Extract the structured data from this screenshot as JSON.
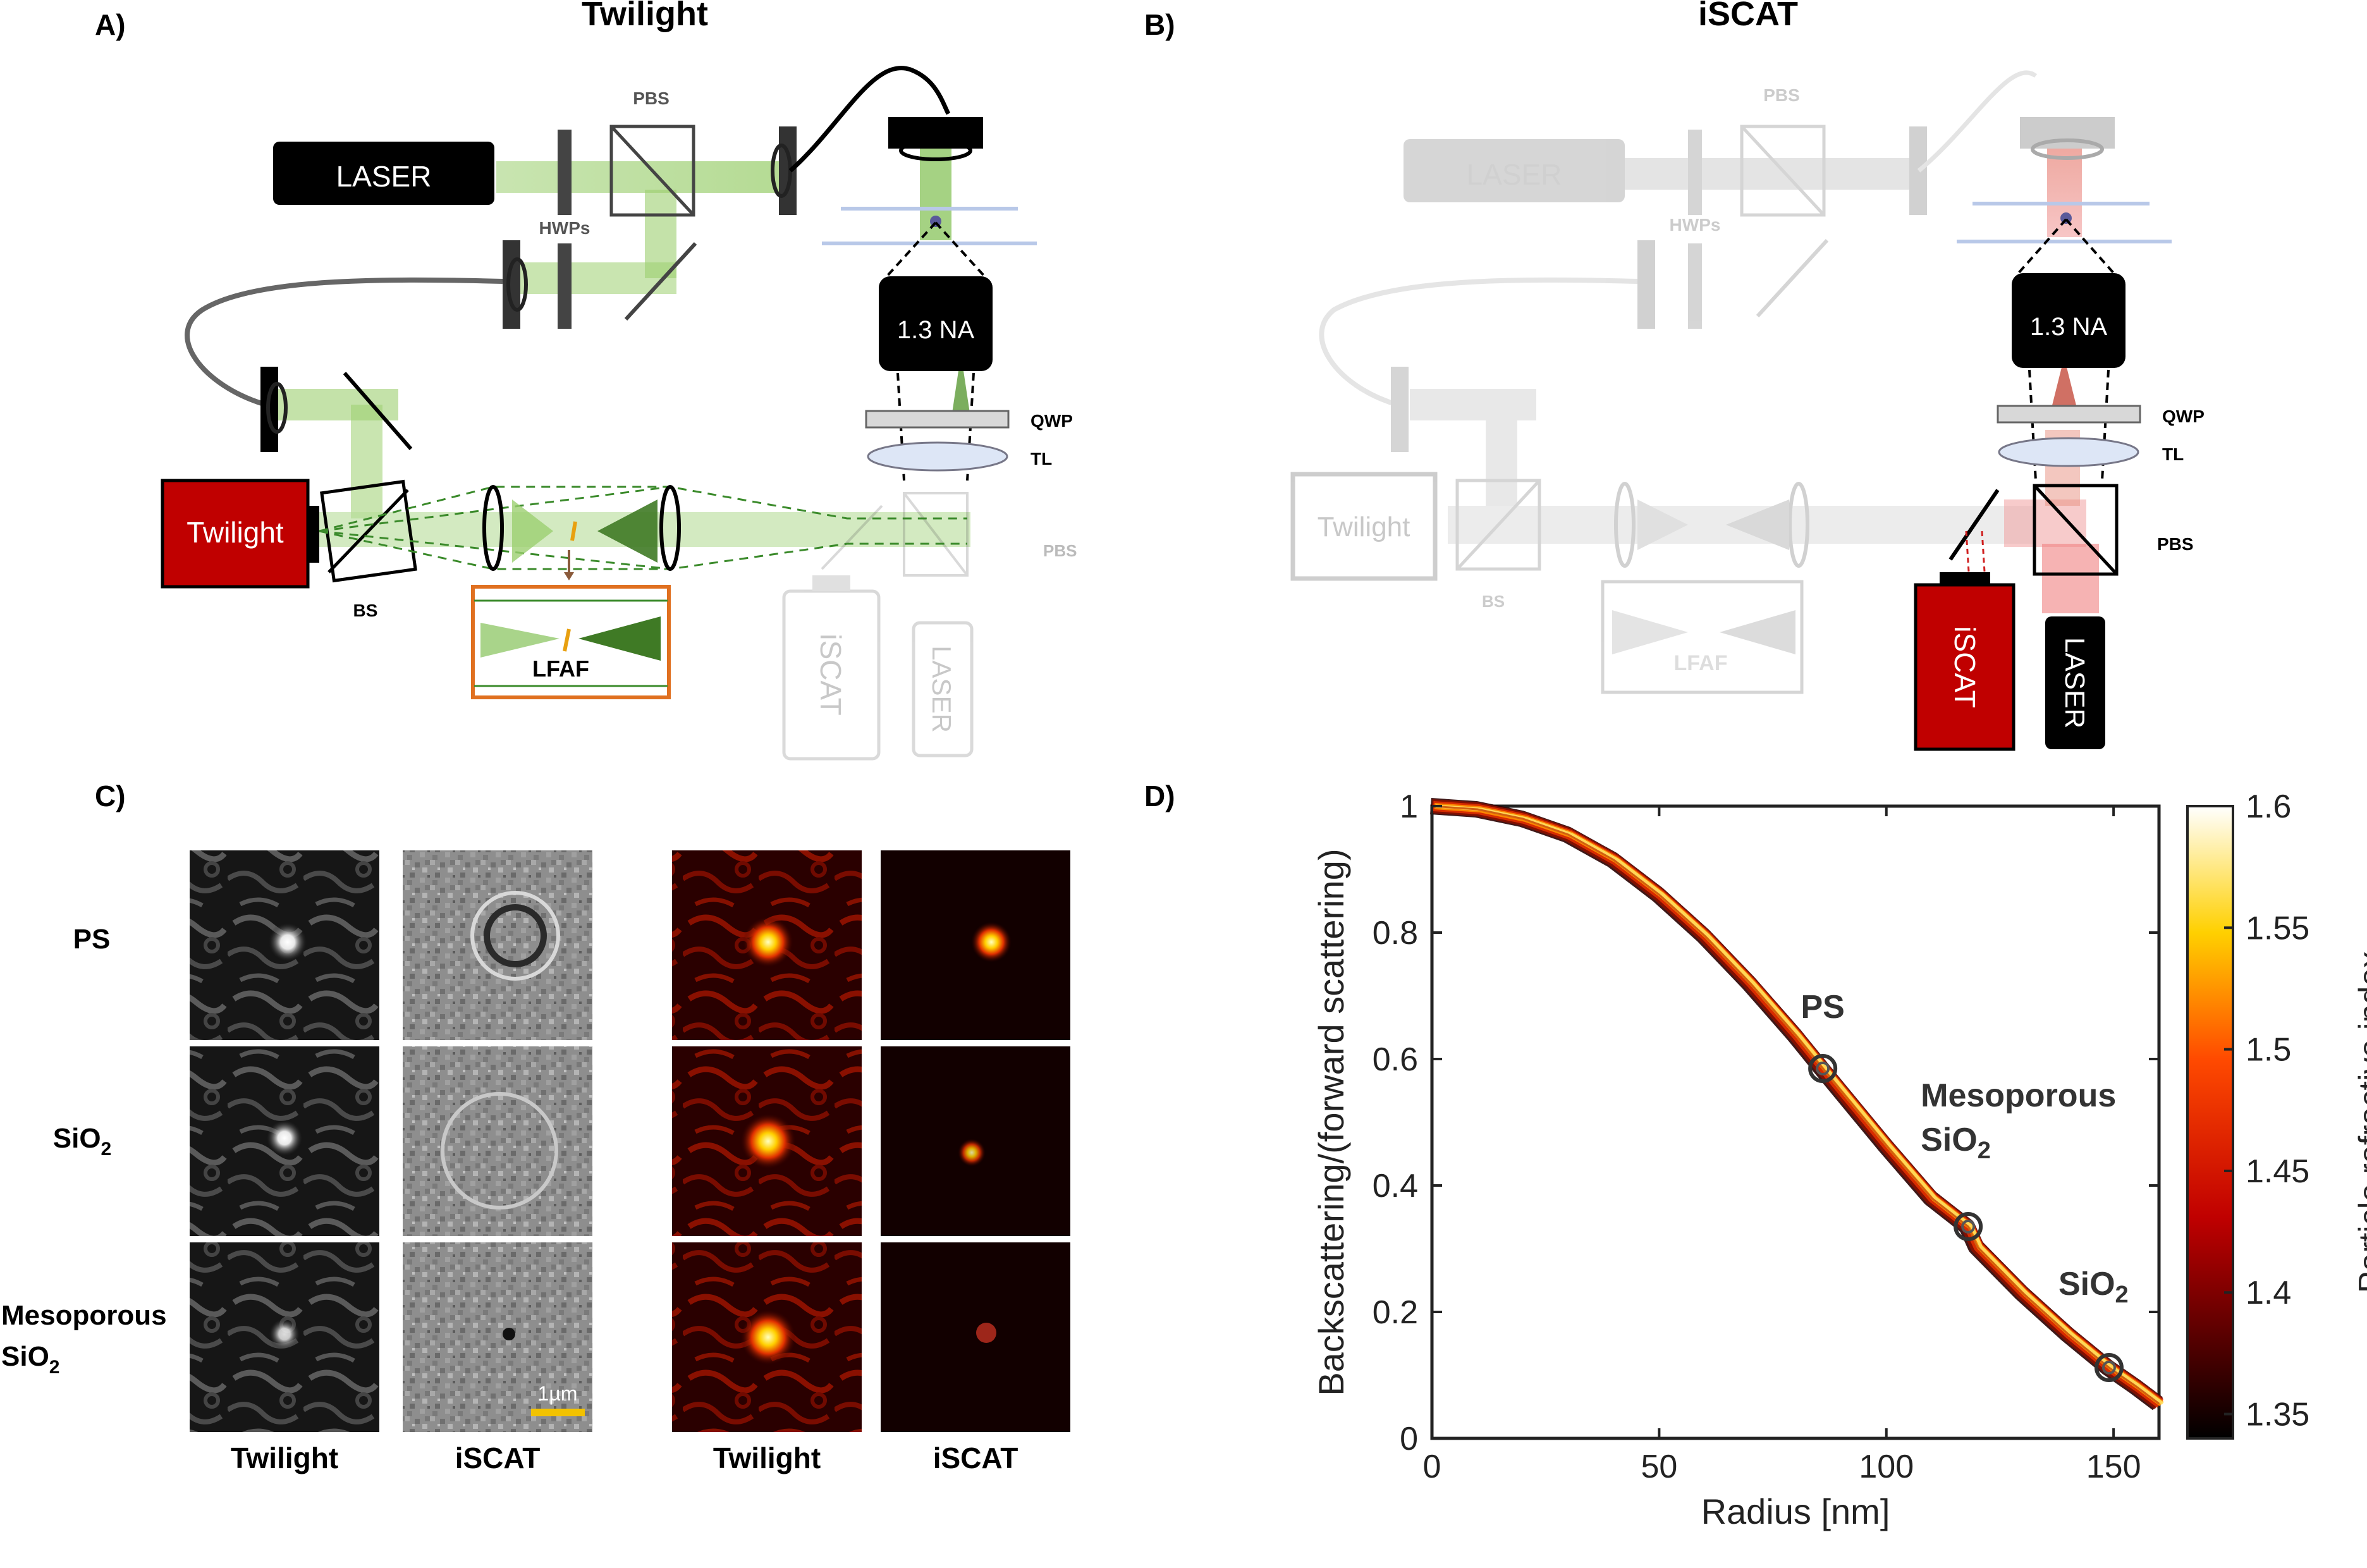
{
  "panelA": {
    "letter": "A)",
    "title": "Twilight",
    "laser": "LASER",
    "pbs": "PBS",
    "hwps": "HWPs",
    "objective": "1.3 NA",
    "qwp": "QWP",
    "tl": "TL",
    "pbs2": "PBS",
    "camera": "Twilight",
    "bs": "BS",
    "lfaf": "LFAF",
    "iscat_ghost": "iSCAT",
    "laser_ghost": "LASER"
  },
  "panelB": {
    "letter": "B)",
    "title": "iSCAT",
    "laser_ghost": "LASER",
    "pbs_ghost": "PBS",
    "hwps_ghost": "HWPs",
    "objective": "1.3 NA",
    "qwp": "QWP",
    "tl": "TL",
    "pbs": "PBS",
    "twilight_ghost": "Twilight",
    "bs_ghost": "BS",
    "lfaf_ghost": "LFAF",
    "camera": "iSCAT",
    "laser": "LASER"
  },
  "panelC": {
    "letter": "C)",
    "rows": [
      {
        "label_main": "PS",
        "label_sub": ""
      },
      {
        "label_main": "SiO",
        "label_sub": "2"
      },
      {
        "label_main": "Mesoporous",
        "label_main2": "SiO",
        "label_sub": "2"
      }
    ],
    "columns": [
      "Twilight",
      "iSCAT",
      "Twilight",
      "iSCAT"
    ],
    "scalebar": "1µm"
  },
  "panelD": {
    "letter": "D)",
    "chart_data": {
      "type": "line",
      "xlabel": "Radius [nm]",
      "ylabel": "Backscattering/(forward scattering)",
      "xlim": [
        0,
        160
      ],
      "ylim": [
        0,
        1
      ],
      "xticks": [
        0,
        50,
        100,
        150
      ],
      "yticks": [
        0,
        0.2,
        0.4,
        0.6,
        0.8,
        1
      ],
      "grid": false,
      "series": [
        {
          "x": [
            0,
            10,
            20,
            30,
            40,
            50,
            60,
            70,
            80,
            86,
            90,
            100,
            110,
            118,
            120,
            130,
            140,
            149,
            155,
            160
          ],
          "y": [
            1.0,
            0.995,
            0.98,
            0.955,
            0.915,
            0.86,
            0.795,
            0.72,
            0.638,
            0.585,
            0.55,
            0.463,
            0.38,
            0.335,
            0.303,
            0.23,
            0.165,
            0.112,
            0.082,
            0.055
          ]
        }
      ],
      "annotations": [
        {
          "text": "PS",
          "x": 86,
          "y": 0.585
        },
        {
          "text": "Mesoporous",
          "text2": "SiO",
          "sub": "2",
          "x": 118,
          "y": 0.335
        },
        {
          "text": "SiO",
          "sub": "2",
          "x": 149,
          "y": 0.112
        }
      ],
      "colorbar": {
        "label": "Particle refractive index",
        "range": [
          1.34,
          1.6
        ],
        "ticks": [
          "1.6",
          "1.55",
          "1.5",
          "1.45",
          "1.4",
          "1.35"
        ],
        "colormap": "hot"
      }
    }
  }
}
